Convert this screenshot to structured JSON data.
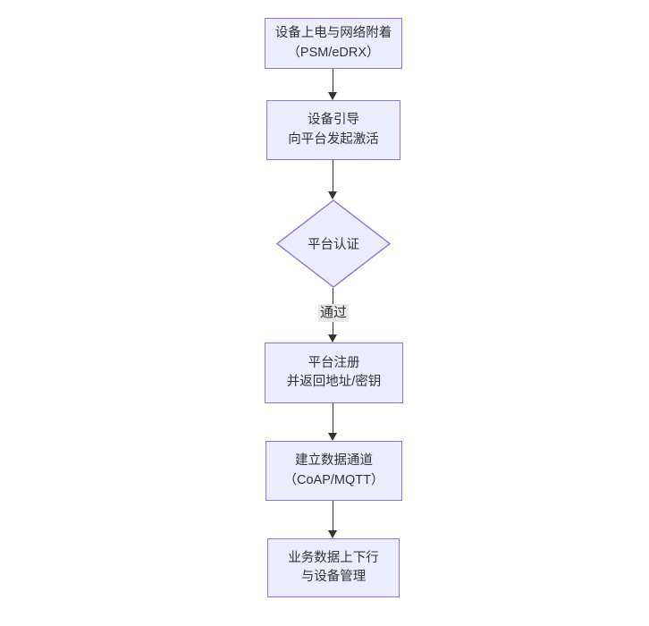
{
  "diagram": {
    "type": "flowchart",
    "direction": "top-down",
    "background": "#ffffff",
    "colors": {
      "node_fill": "#ececff",
      "node_border": "#9370db",
      "edge_line": "#333333",
      "edge_label_bg": "#e8e8e8",
      "text": "#333333"
    },
    "nodes": [
      {
        "id": "attach",
        "shape": "rect",
        "lines": [
          "设备上电与网络附着",
          "（PSM/eDRX）"
        ]
      },
      {
        "id": "bootstrap",
        "shape": "rect",
        "lines": [
          "设备引导",
          "向平台发起激活"
        ]
      },
      {
        "id": "auth",
        "shape": "diamond",
        "lines": [
          "平台认证"
        ]
      },
      {
        "id": "register",
        "shape": "rect",
        "lines": [
          "平台注册",
          "并返回地址/密钥"
        ]
      },
      {
        "id": "channel",
        "shape": "rect",
        "lines": [
          "建立数据通道",
          "（CoAP/MQTT）"
        ]
      },
      {
        "id": "business",
        "shape": "rect",
        "lines": [
          "业务数据上下行",
          "与设备管理"
        ]
      }
    ],
    "edges": [
      {
        "from": "attach",
        "to": "bootstrap",
        "label": ""
      },
      {
        "from": "bootstrap",
        "to": "auth",
        "label": ""
      },
      {
        "from": "auth",
        "to": "register",
        "label": "通过"
      },
      {
        "from": "register",
        "to": "channel",
        "label": ""
      },
      {
        "from": "channel",
        "to": "business",
        "label": ""
      }
    ]
  }
}
